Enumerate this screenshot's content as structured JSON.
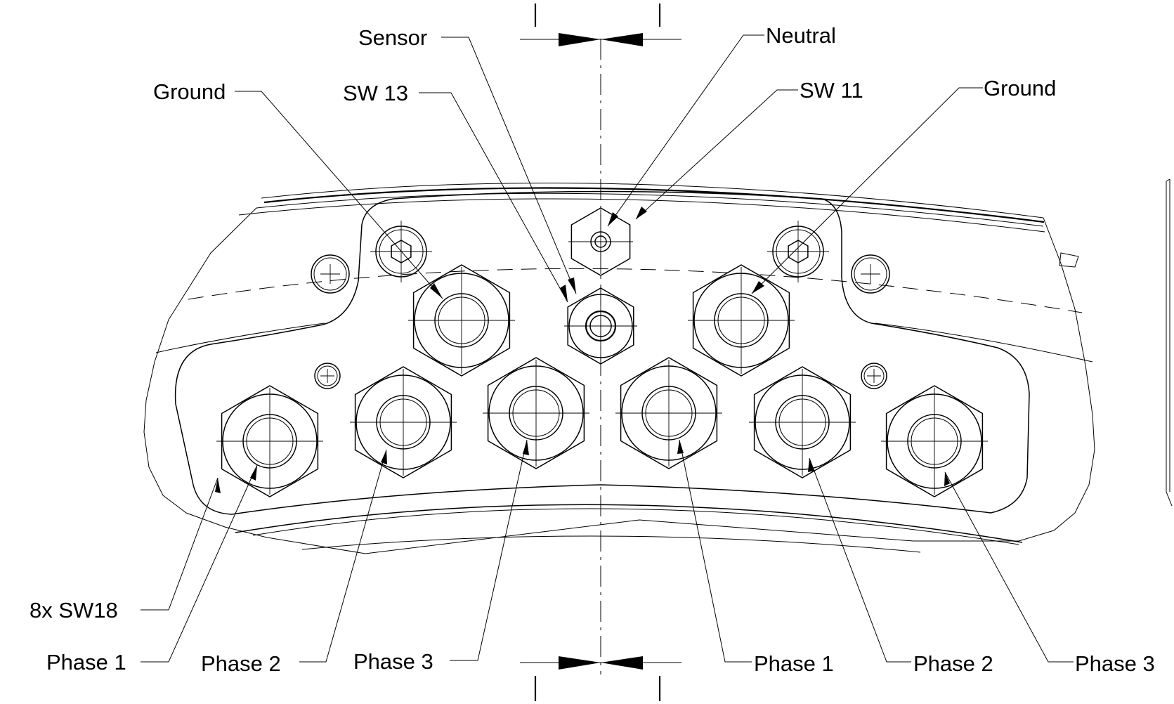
{
  "labels": {
    "sensor": "Sensor",
    "neutral": "Neutral",
    "ground_left": "Ground",
    "sw13": "SW 13",
    "sw11": "SW 11",
    "ground_right": "Ground",
    "sw18": "8x SW18",
    "phase1_left": "Phase 1",
    "phase2_left": "Phase 2",
    "phase3_left": "Phase 3",
    "phase1_right": "Phase 1",
    "phase2_right": "Phase 2",
    "phase3_right": "Phase 3"
  },
  "colors": {
    "line": "#000000",
    "background": "#ffffff"
  }
}
